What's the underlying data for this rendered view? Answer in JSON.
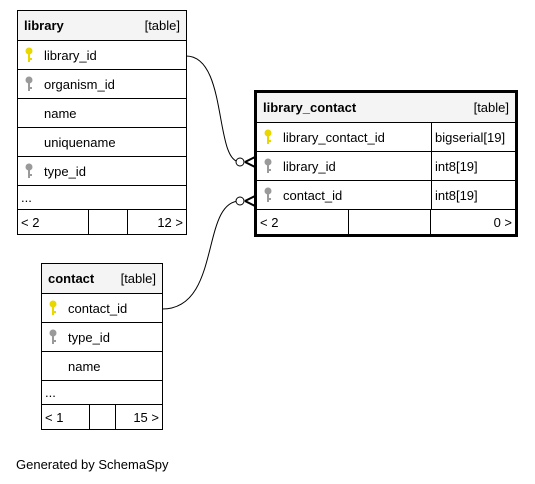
{
  "tables": {
    "library": {
      "name": "library",
      "type_label": "[table]",
      "columns": [
        {
          "name": "library_id",
          "key": "primary-key-icon"
        },
        {
          "name": "organism_id",
          "key": "foreign-key-icon"
        },
        {
          "name": "name",
          "key": ""
        },
        {
          "name": "uniquename",
          "key": ""
        },
        {
          "name": "type_id",
          "key": "foreign-key-icon"
        }
      ],
      "more": "...",
      "footer": {
        "parents": "< 2",
        "children": "12 >"
      }
    },
    "library_contact": {
      "name": "library_contact",
      "type_label": "[table]",
      "columns": [
        {
          "name": "library_contact_id",
          "key": "primary-key-icon",
          "type": "bigserial[19]"
        },
        {
          "name": "library_id",
          "key": "foreign-key-icon",
          "type": "int8[19]"
        },
        {
          "name": "contact_id",
          "key": "foreign-key-icon",
          "type": "int8[19]"
        }
      ],
      "footer": {
        "parents": "< 2",
        "children": "0 >"
      }
    },
    "contact": {
      "name": "contact",
      "type_label": "[table]",
      "columns": [
        {
          "name": "contact_id",
          "key": "primary-key-icon"
        },
        {
          "name": "type_id",
          "key": "foreign-key-icon"
        },
        {
          "name": "name",
          "key": ""
        }
      ],
      "more": "...",
      "footer": {
        "parents": "< 1",
        "children": "15 >"
      }
    }
  },
  "colors": {
    "primary_key": "#e8d800",
    "foreign_key": "#9a9a9a",
    "header_bg": "#f4f4f4"
  },
  "footer_text": "Generated by SchemaSpy"
}
